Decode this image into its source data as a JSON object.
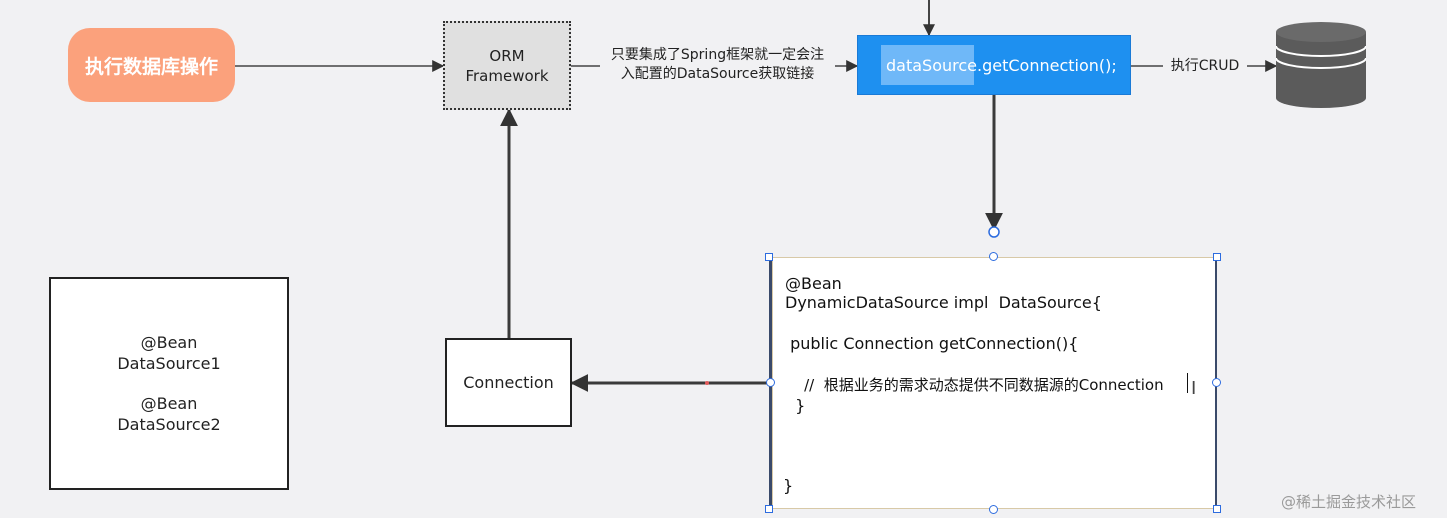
{
  "nodes": {
    "exec": "执行数据库操作",
    "orm_line1": "ORM",
    "orm_line2": "Framework",
    "get_connection_selected": "dataSource",
    "get_connection_rest": ".getConnection();",
    "datasources": {
      "line1": "@Bean",
      "line2": "DataSource1",
      "line3": "@Bean",
      "line4": "DataSource2"
    },
    "connection": "Connection",
    "bean_code": {
      "line1": "@Bean",
      "line2": "DynamicDataSource impl  DataSource{",
      "line3": " public Connection getConnection(){",
      "line4": "    //  根据业务的需求动态提供不同数据源的Connection",
      "line5": "  }",
      "line6": "}"
    }
  },
  "edge_labels": {
    "spring_line1": "只要集成了Spring框架就一定会注",
    "spring_line2": "入配置的DataSource获取链接",
    "crud": "执行CRUD"
  },
  "watermark": "@稀土掘金技术社区",
  "icons": {
    "database": "database-cylinder-icon",
    "cursor": "text-ibeam-cursor-icon"
  },
  "colors": {
    "exec_fill": "#fba17c",
    "get_connection_fill": "#1e90f0",
    "orm_fill": "#e0e0e0",
    "database_fill": "#5b5b5b"
  }
}
